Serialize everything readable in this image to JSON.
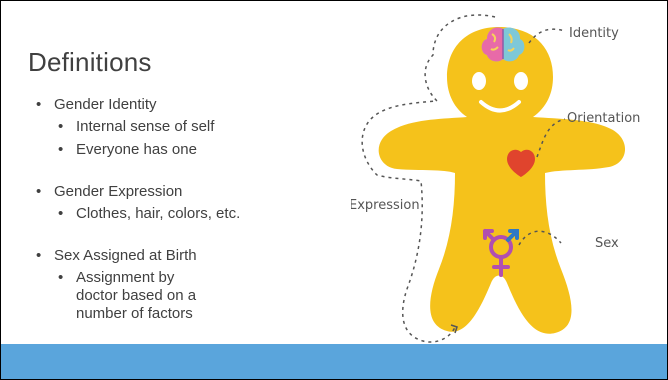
{
  "slide": {
    "title": "Definitions",
    "sections": [
      {
        "heading": "Gender Identity",
        "items": [
          "Internal sense of self",
          "Everyone has one"
        ]
      },
      {
        "heading": "Gender Expression",
        "items": [
          "Clothes, hair, colors, etc."
        ]
      },
      {
        "heading": "Sex Assigned at Birth",
        "items": [
          "Assignment by doctor based on a number of factors"
        ]
      }
    ]
  },
  "figure": {
    "labels": {
      "identity": "Identity",
      "orientation": "Orientation",
      "expression": "Expression",
      "sex": "Sex"
    },
    "icons": [
      "brain-icon",
      "heart-icon",
      "transgender-symbol-icon"
    ]
  },
  "colors": {
    "title_text": "#404040",
    "body_text": "#404040",
    "bottom_bar": "#5aa5dc",
    "figure_body": "#f5c21b",
    "heart": "#e0442d",
    "sex_symbol": "#b14fb0"
  }
}
